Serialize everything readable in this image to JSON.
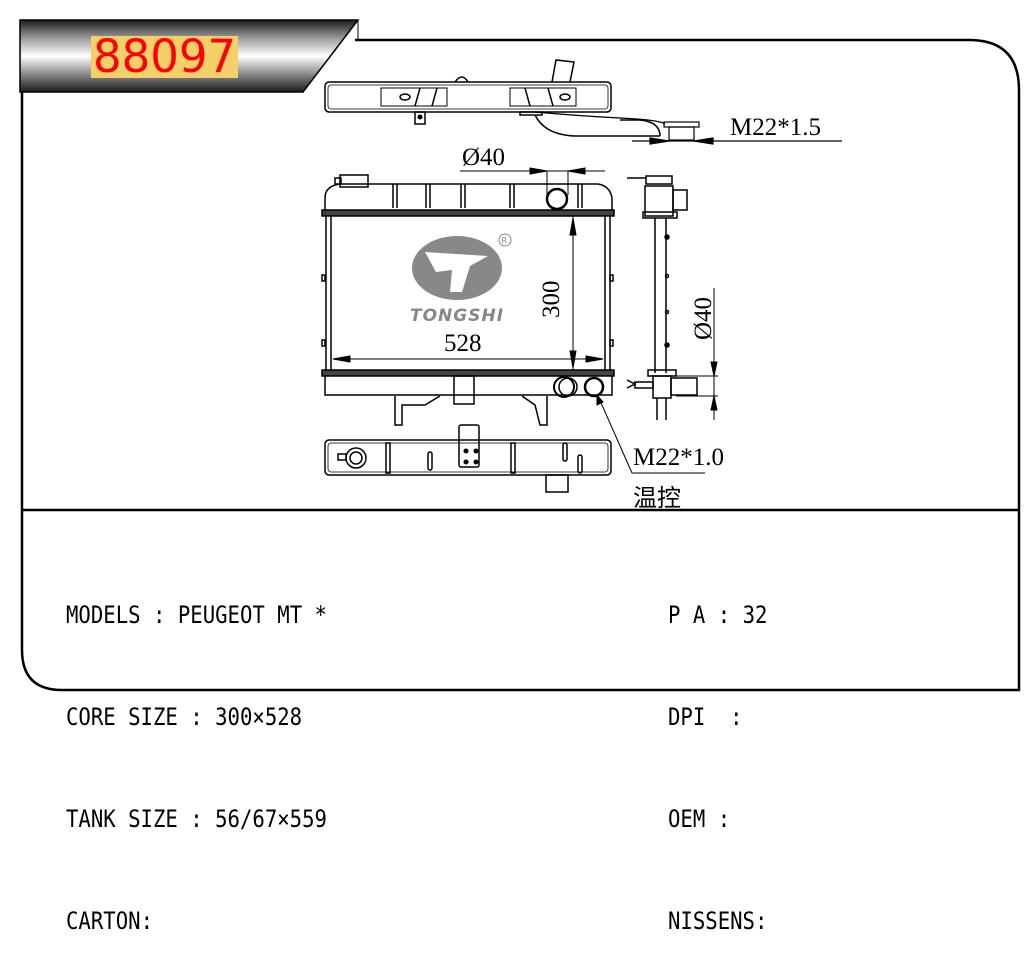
{
  "header": {
    "part_number": "88097",
    "part_number_color": "#ff0000",
    "part_number_bg": "#f5cf6a"
  },
  "drawing": {
    "logo": {
      "name": "TONGSHI",
      "registered_mark": "®"
    },
    "dimensions": {
      "cap_thread": "M22*1.5",
      "top_pipe_diameter": "Ø40",
      "core_height": "300",
      "core_width": "528",
      "side_pipe_diameter": "Ø40",
      "sensor_thread": "M22*1.0",
      "sensor_label": "温控"
    }
  },
  "specs": {
    "left": [
      {
        "label": "MODELS",
        "sep": " : ",
        "value": "PEUGEOT MT *"
      },
      {
        "label": "CORE SIZE",
        "sep": " : ",
        "value": "300×528"
      },
      {
        "label": "TANK SIZE",
        "sep": " : ",
        "value": "56/67×559"
      },
      {
        "label": "CARTON",
        "sep": ":",
        "value": ""
      }
    ],
    "right": [
      {
        "label": "P A",
        "sep": " : ",
        "value": "32"
      },
      {
        "label": "DPI",
        "sep": "  :",
        "value": ""
      },
      {
        "label": "OEM",
        "sep": " :",
        "value": ""
      },
      {
        "label": "NISSENS",
        "sep": ":",
        "value": ""
      }
    ]
  }
}
